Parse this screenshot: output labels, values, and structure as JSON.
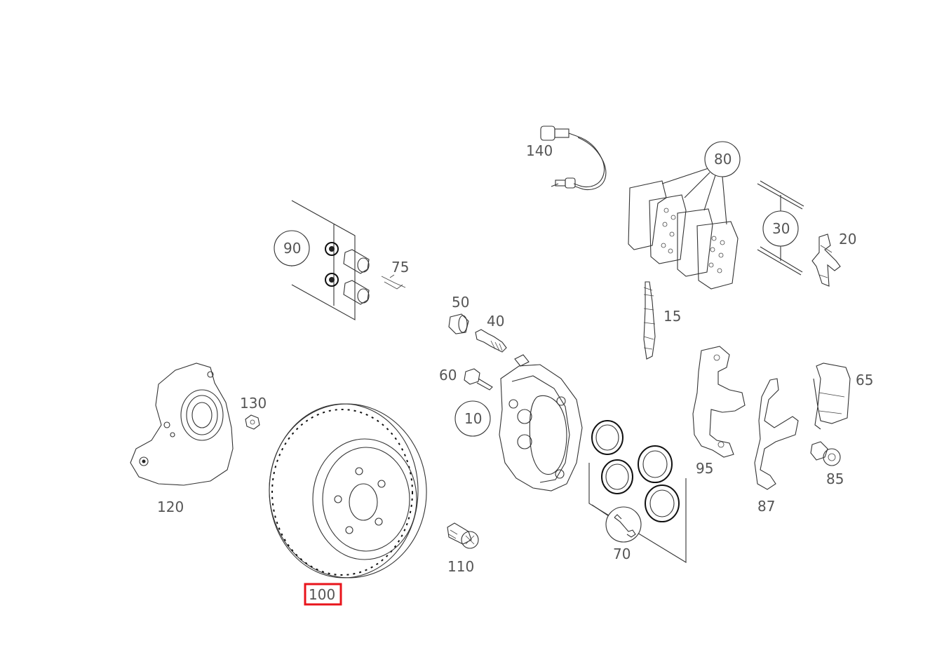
{
  "diagram": {
    "highlight_color": "#e8141b",
    "highlighted_part": "100",
    "parts": {
      "p140": "140",
      "p80": "80",
      "p30": "30",
      "p20": "20",
      "p90": "90",
      "p75": "75",
      "p50": "50",
      "p40": "40",
      "p15": "15",
      "p60": "60",
      "p65": "65",
      "p10": "10",
      "p130": "130",
      "p95": "95",
      "p85": "85",
      "p120": "120",
      "p87": "87",
      "p70": "70",
      "p110": "110",
      "p100": "100"
    }
  }
}
